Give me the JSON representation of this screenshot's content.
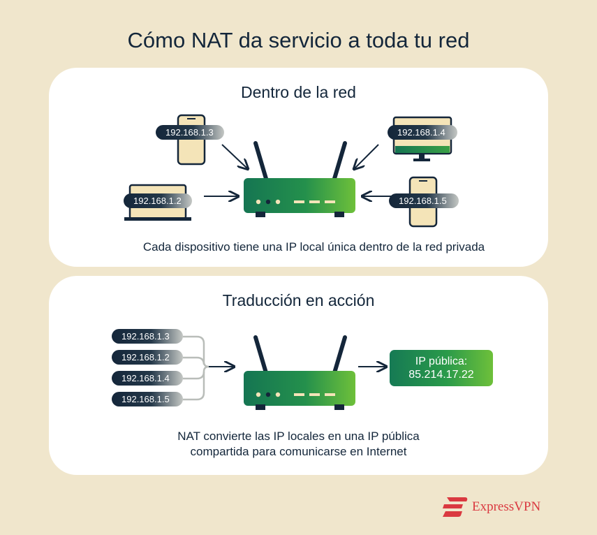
{
  "title": "Cómo NAT da servicio a toda tu red",
  "inside": {
    "heading": "Dentro de la red",
    "devices": [
      {
        "type": "phone",
        "ip": "192.168.1.3"
      },
      {
        "type": "desktop",
        "ip": "192.168.1.4"
      },
      {
        "type": "laptop",
        "ip": "192.168.1.2"
      },
      {
        "type": "phone",
        "ip": "192.168.1.5"
      }
    ],
    "caption": "Cada dispositivo tiene una IP local única dentro de la red privada"
  },
  "translation": {
    "heading": "Traducción en acción",
    "ips": [
      "192.168.1.3",
      "192.168.1.2",
      "192.168.1.4",
      "192.168.1.5"
    ],
    "public_label": "IP pública:",
    "public_ip": "85.214.17.22",
    "caption_line1": "NAT convierte las IP locales en una IP pública",
    "caption_line2": "compartida para comunicarse en Internet"
  },
  "brand": {
    "name": "ExpressVPN",
    "color": "#da3940"
  },
  "colors": {
    "router_dark": "#167a54",
    "router_light": "#6ec03a",
    "device_fill": "#f4e4b8",
    "ink": "#14263a"
  },
  "icons": [
    "router-icon",
    "phone-icon",
    "desktop-icon",
    "laptop-icon",
    "arrow-icon",
    "bracket-icon",
    "expressvpn-logo"
  ]
}
